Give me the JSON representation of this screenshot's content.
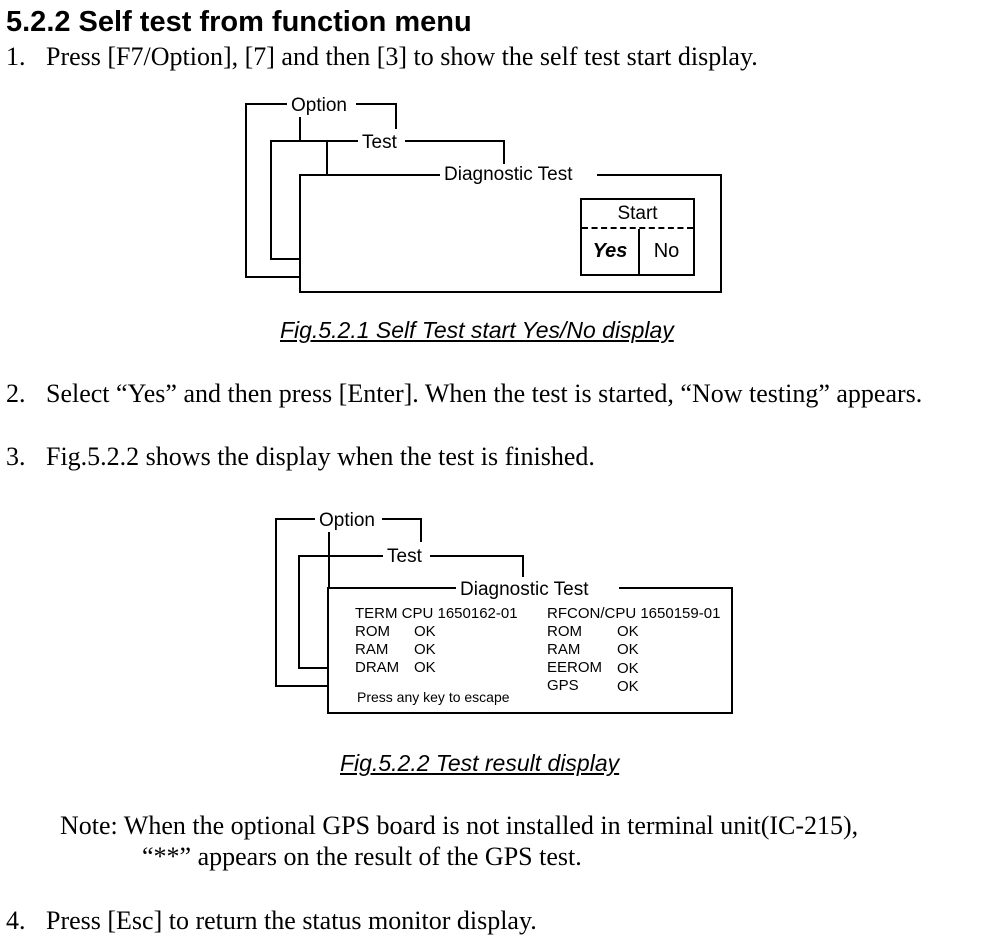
{
  "heading": "5.2.2 Self test from function menu",
  "steps": {
    "s1": {
      "num": "1.",
      "text": "Press [F7/Option], [7] and then [3] to show the self test start display."
    },
    "s2": {
      "num": "2.",
      "text": "Select “Yes” and then press [Enter]. When the test is started, “Now testing” appears."
    },
    "s3": {
      "num": "3.",
      "text": "Fig.5.2.2 shows the display when the test is finished."
    },
    "s4": {
      "num": "4.",
      "text": "Press [Esc] to return the status monitor display."
    }
  },
  "fig1": {
    "option_label": "Option",
    "test_label": "Test",
    "diag_label": "Diagnostic Test",
    "start_label": "Start",
    "yes_label": "Yes",
    "no_label": "No",
    "caption": "Fig.5.2.1 Self Test start Yes/No display"
  },
  "fig2": {
    "option_label": "Option",
    "test_label": "Test",
    "diag_label": "Diagnostic Test",
    "term_header": "TERM CPU 1650162-01",
    "rfcon_header": "RFCON/CPU 1650159-01",
    "term_rows": [
      {
        "name": "ROM",
        "status": "OK"
      },
      {
        "name": "RAM",
        "status": "OK"
      },
      {
        "name": "DRAM",
        "status": "OK"
      }
    ],
    "rfcon_rows": [
      {
        "name": "ROM",
        "status": "OK"
      },
      {
        "name": "RAM",
        "status": "OK"
      },
      {
        "name": "EEROM",
        "status": "OK"
      },
      {
        "name": "GPS",
        "status": "OK"
      }
    ],
    "escape_hint": "Press any key to escape",
    "caption": "Fig.5.2.2 Test result display"
  },
  "note": {
    "line1": "Note: When the optional GPS board is not installed in terminal unit(IC-215),",
    "line2": "“**” appears on the result of the GPS test."
  }
}
